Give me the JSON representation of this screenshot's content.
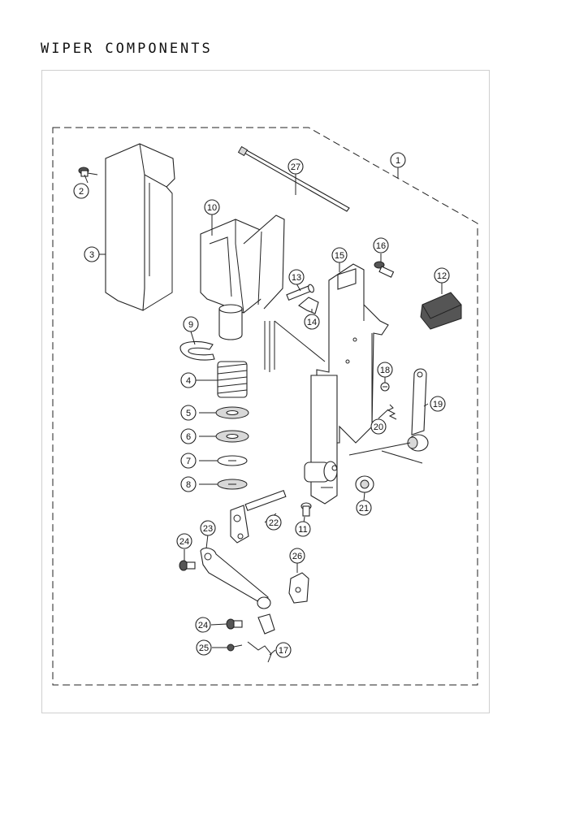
{
  "header": {
    "title": "WIPER COMPONENTS"
  },
  "callouts": [
    {
      "number": "1"
    },
    {
      "number": "2"
    },
    {
      "number": "3"
    },
    {
      "number": "4"
    },
    {
      "number": "5"
    },
    {
      "number": "6"
    },
    {
      "number": "7"
    },
    {
      "number": "8"
    },
    {
      "number": "9"
    },
    {
      "number": "10"
    },
    {
      "number": "11"
    },
    {
      "number": "12"
    },
    {
      "number": "13"
    },
    {
      "number": "14"
    },
    {
      "number": "15"
    },
    {
      "number": "16"
    },
    {
      "number": "17"
    },
    {
      "number": "18"
    },
    {
      "number": "19"
    },
    {
      "number": "20"
    },
    {
      "number": "21"
    },
    {
      "number": "22"
    },
    {
      "number": "23"
    },
    {
      "number": "24"
    },
    {
      "number": "24"
    },
    {
      "number": "25"
    },
    {
      "number": "26"
    },
    {
      "number": "27"
    }
  ]
}
